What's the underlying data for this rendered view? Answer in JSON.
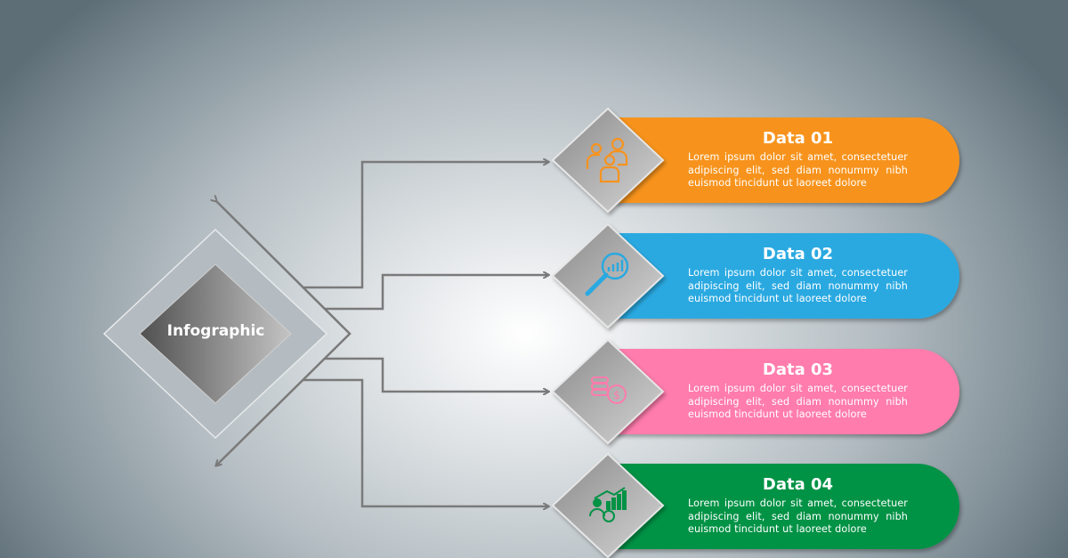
{
  "center": {
    "label": "Infographic"
  },
  "colors": {
    "orange": "#f7931e",
    "blue": "#29a9e1",
    "pink": "#ff7bac",
    "green": "#009245",
    "connector": "#7a7a7a"
  },
  "items": [
    {
      "title": "Data 01",
      "body": "Lorem ipsum dolor sit amet, consectetuer adipiscing elit, sed diam nonummy nibh euismod tincidunt ut laoreet dolore",
      "icon": "people-group-icon",
      "color": "#f7931e"
    },
    {
      "title": "Data 02",
      "body": "Lorem ipsum dolor sit amet, consectetuer adipiscing elit, sed diam nonummy nibh euismod tincidunt ut laoreet dolore",
      "icon": "magnifier-chart-icon",
      "color": "#29a9e1"
    },
    {
      "title": "Data 03",
      "body": "Lorem ipsum dolor sit amet, consectetuer adipiscing elit, sed diam nonummy nibh euismod tincidunt ut laoreet dolore",
      "icon": "coins-dollar-icon",
      "color": "#ff7bac"
    },
    {
      "title": "Data 04",
      "body": "Lorem ipsum dolor sit amet, consectetuer adipiscing elit, sed diam nonummy nibh euismod tincidunt ut laoreet dolore",
      "icon": "growth-gear-icon",
      "color": "#009245"
    }
  ]
}
